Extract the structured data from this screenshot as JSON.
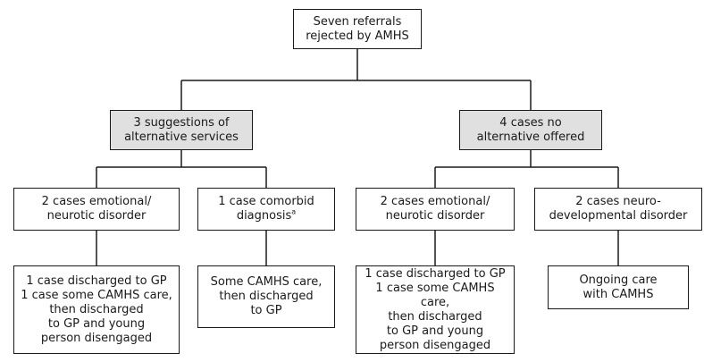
{
  "colors": {
    "line": "#1a1a1a",
    "shaded_fill": "#e0e0e0",
    "background": "#ffffff"
  },
  "root": {
    "text": "Seven referrals\nrejected by AMHS"
  },
  "level2": {
    "left": {
      "text": "3 suggestions of\nalternative services"
    },
    "right": {
      "text": "4 cases no\nalternative offered"
    }
  },
  "level3": {
    "emotional_left": {
      "text": "2 cases emotional/\nneurotic disorder"
    },
    "comorbid": {
      "text": "1 case comorbid\ndiagnosis",
      "footnote_mark": "a"
    },
    "emotional_right": {
      "text": "2 cases emotional/\nneurotic disorder"
    },
    "neurodev": {
      "text": "2 cases neuro-\ndevelopmental disorder"
    }
  },
  "level4": {
    "outcome_emotional_left": {
      "text": "1 case discharged to GP\n1 case some CAMHS care,\nthen discharged\nto GP and young\nperson disengaged"
    },
    "outcome_comorbid": {
      "text": "Some CAMHS care,\nthen discharged\nto GP"
    },
    "outcome_emotional_right": {
      "text": "1 case discharged to GP\n1 case some CAMHS care,\nthen discharged\nto GP and young\nperson disengaged"
    },
    "outcome_neurodev": {
      "text": "Ongoing care\nwith CAMHS"
    }
  }
}
